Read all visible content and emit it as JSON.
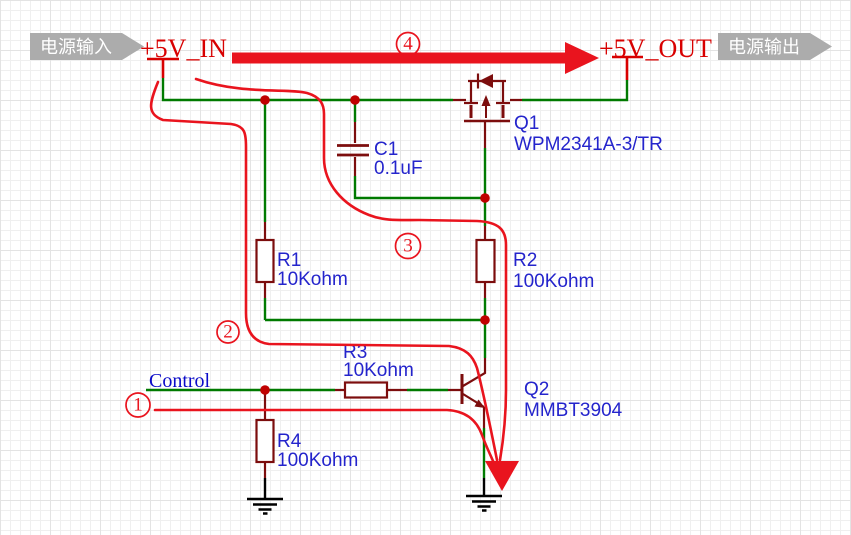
{
  "banners": {
    "input": "电源输入",
    "output": "电源输出"
  },
  "net_labels": {
    "vin": "+5V_IN",
    "vout": "+5V_OUT",
    "control": "Control"
  },
  "components": {
    "q1": {
      "designator": "Q1",
      "part": "WPM2341A-3/TR"
    },
    "q2": {
      "designator": "Q2",
      "part": "MMBT3904"
    },
    "c1": {
      "designator": "C1",
      "value": "0.1uF"
    },
    "r1": {
      "designator": "R1",
      "value": "10Kohm"
    },
    "r2": {
      "designator": "R2",
      "value": "100Kohm"
    },
    "r3": {
      "designator": "R3",
      "value": "10Kohm"
    },
    "r4": {
      "designator": "R4",
      "value": "100Kohm"
    }
  },
  "annotations": {
    "step1": "1",
    "step2": "2",
    "step3": "3",
    "step4": "4"
  },
  "colors": {
    "wire_green": "#007a00",
    "component_maroon": "#7c0d0d",
    "annotation_red": "#e9141e",
    "designator_blue": "#2424cc",
    "net_label_red": "#d80000",
    "junction_red": "#c00000",
    "banner_gray": "#acacac",
    "ground_black": "#000000"
  }
}
